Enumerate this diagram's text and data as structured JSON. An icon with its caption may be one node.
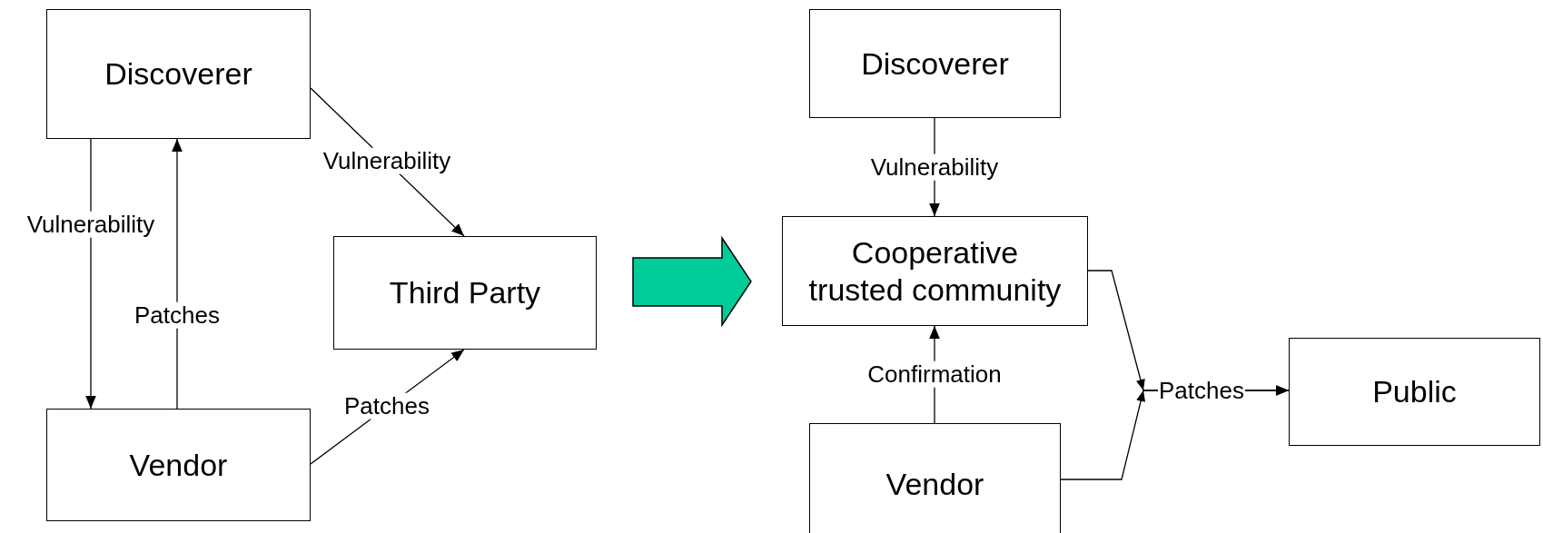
{
  "diagram": {
    "nodes": [
      {
        "text": [
          "Discoverer"
        ]
      },
      {
        "text": [
          "Third Party"
        ]
      },
      {
        "text": [
          "Vendor"
        ]
      },
      {
        "text": [
          "Discoverer"
        ]
      },
      {
        "text": [
          "Cooperative trusted community"
        ]
      },
      {
        "text": [
          "Public"
        ]
      },
      {
        "text": [
          "Vendor"
        ]
      }
    ],
    "edges": [
      {
        "from": 0,
        "to": 2,
        "arrow": "to",
        "label": "Vulnerability"
      },
      {
        "from": 2,
        "to": 0,
        "arrow": "to",
        "label": "Patches"
      },
      {
        "from": 0,
        "to": 1,
        "arrow": "to",
        "label": "Vulnerability"
      },
      {
        "from": 2,
        "to": 1,
        "arrow": "to",
        "label": "Patches"
      },
      {
        "from": 3,
        "to": 4,
        "arrow": "to",
        "label": "Vulnerability"
      },
      {
        "from": 6,
        "to": 4,
        "arrow": "to",
        "label": "Confirmation"
      },
      {
        "from": 4,
        "to": 5,
        "arrow": "to",
        "label": "Patches"
      },
      {
        "from": 6,
        "to": 5,
        "arrow": "to"
      },
      {
        "from": 1,
        "to": 4,
        "arrow": "to",
        "style": "thick",
        "color": "#00cc99"
      }
    ]
  }
}
